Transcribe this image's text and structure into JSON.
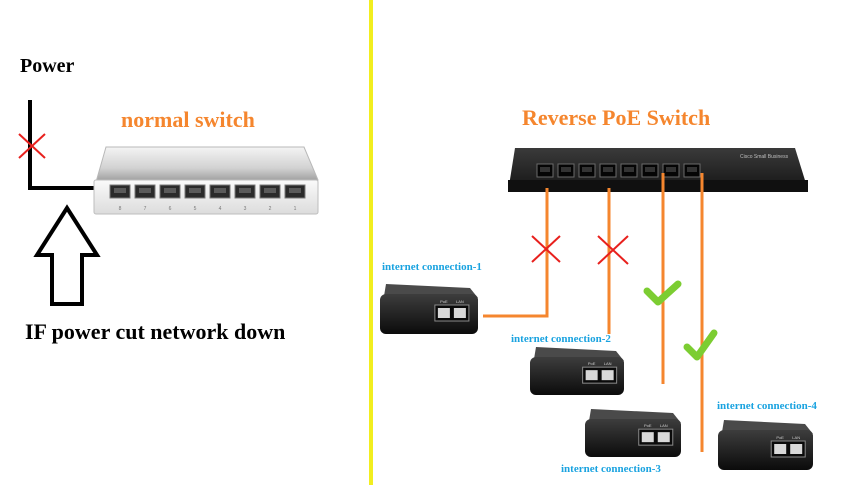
{
  "left": {
    "power_label": "Power",
    "switch_label": "normal switch",
    "caption": "IF power cut network down",
    "port_count": 8,
    "port_numbers": [
      "8",
      "7",
      "6",
      "5",
      "4",
      "3",
      "2",
      "1"
    ]
  },
  "right": {
    "switch_label": "Reverse PoE Switch",
    "brand_text": "Cisco Small Business",
    "port_count": 8,
    "connections": [
      {
        "label": "internet connection-1",
        "status": "failed"
      },
      {
        "label": "internet connection-2",
        "status": "failed"
      },
      {
        "label": "internet connection-3",
        "status": "ok"
      },
      {
        "label": "internet connection-4",
        "status": "ok"
      }
    ],
    "injector_port_labels": [
      "PoE",
      "LAN"
    ]
  },
  "colors": {
    "divider": "#f2ee1f",
    "orange": "#f5862e",
    "fail_mark": "#e8201d",
    "ok_mark": "#7ccd32",
    "connection_text": "#1aa3e0",
    "switch_label": "#f5862e"
  }
}
